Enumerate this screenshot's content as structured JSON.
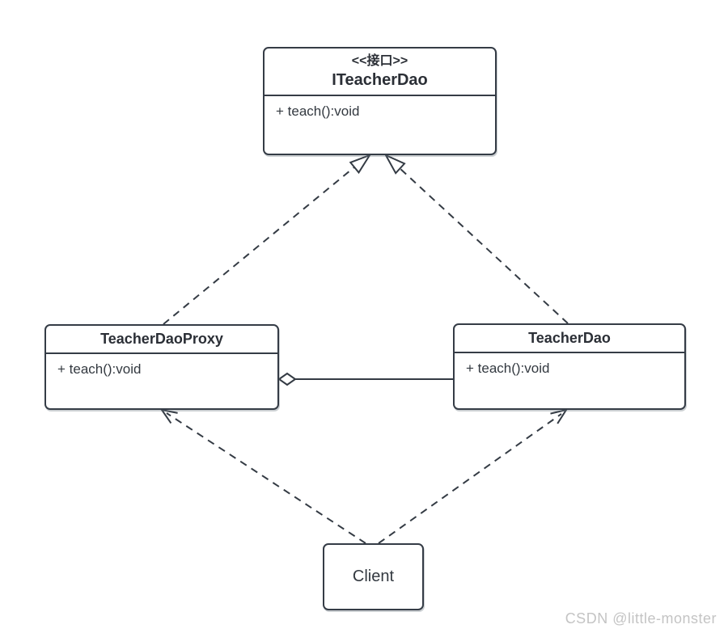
{
  "diagram": {
    "title": "Proxy pattern UML class diagram",
    "nodes": {
      "interface": {
        "stereotype": "<<接口>>",
        "name": "ITeacherDao",
        "method": "+ teach():void"
      },
      "proxy": {
        "name": "TeacherDaoProxy",
        "method": "+ teach():void"
      },
      "dao": {
        "name": "TeacherDao",
        "method": "+ teach():void"
      },
      "client": {
        "name": "Client"
      }
    },
    "relationships": [
      {
        "from": "TeacherDaoProxy",
        "to": "ITeacherDao",
        "type": "realization",
        "line": "dashed",
        "head": "open-triangle"
      },
      {
        "from": "TeacherDao",
        "to": "ITeacherDao",
        "type": "realization",
        "line": "dashed",
        "head": "open-triangle"
      },
      {
        "from": "TeacherDaoProxy",
        "to": "TeacherDao",
        "type": "aggregation",
        "line": "solid",
        "head": "hollow-diamond-at-proxy"
      },
      {
        "from": "Client",
        "to": "TeacherDaoProxy",
        "type": "dependency",
        "line": "dashed",
        "head": "open-arrow"
      },
      {
        "from": "Client",
        "to": "TeacherDao",
        "type": "dependency",
        "line": "dashed",
        "head": "open-arrow"
      }
    ],
    "watermark": "CSDN @little-monster",
    "colors": {
      "line": "#343b44",
      "box_border": "#353c46",
      "box_fill": "#ffffff",
      "background": "#ffffff",
      "watermark": "#c4c4c4"
    }
  }
}
